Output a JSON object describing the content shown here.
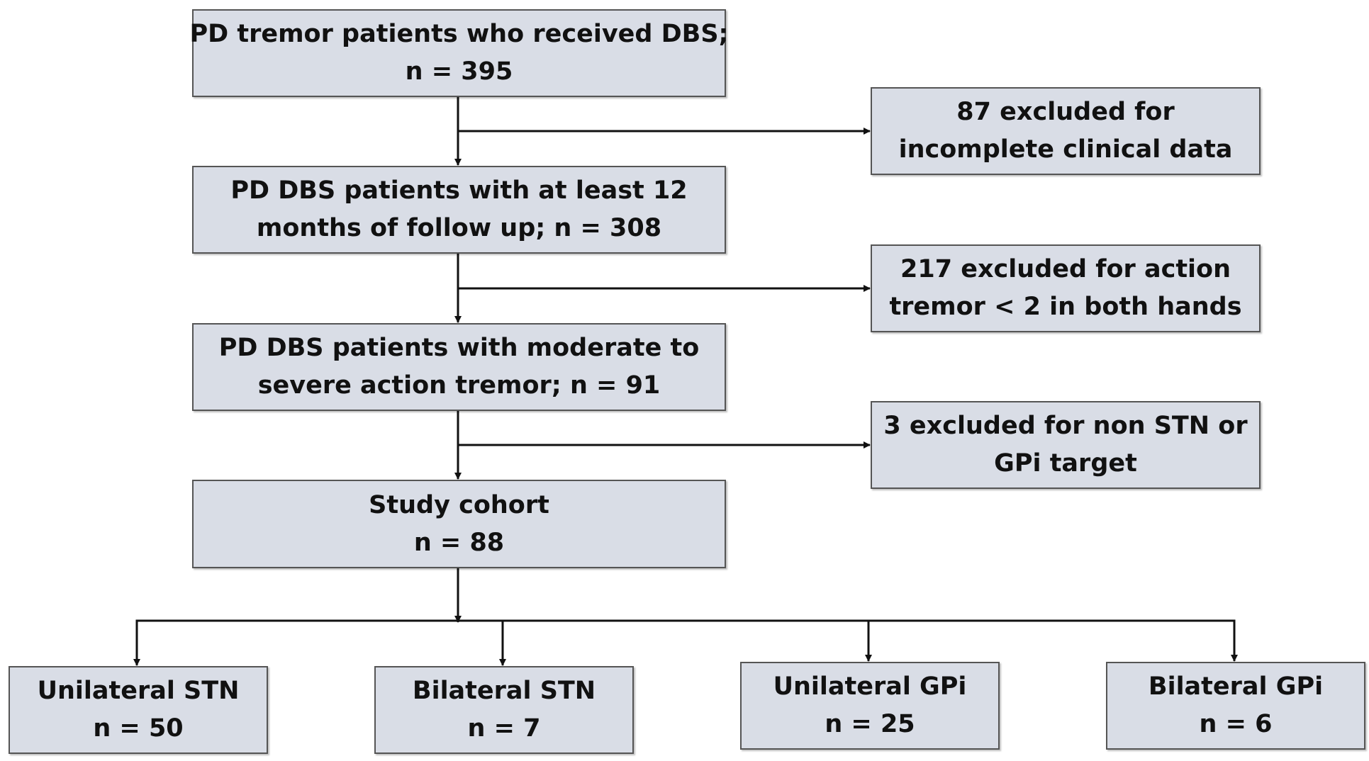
{
  "flow": {
    "step1": {
      "line1": "PD tremor patients who received DBS;",
      "line2": "n = 395"
    },
    "step2": {
      "line1": "PD DBS patients with at least 12",
      "line2": "months of follow up; n = 308"
    },
    "step3": {
      "line1": "PD DBS patients with moderate to",
      "line2": "severe action tremor; n = 91"
    },
    "step4": {
      "line1": "Study cohort",
      "line2": "n = 88"
    }
  },
  "exclusions": {
    "ex1": {
      "line1": "87 excluded for",
      "line2": "incomplete clinical data"
    },
    "ex2": {
      "line1": "217 excluded for action",
      "line2": "tremor < 2 in both hands"
    },
    "ex3": {
      "line1": "3 excluded for non STN or",
      "line2": "GPi target"
    }
  },
  "groups": {
    "g1": {
      "line1": "Unilateral STN",
      "line2": "n  = 50"
    },
    "g2": {
      "line1": "Bilateral STN",
      "line2": "n  = 7"
    },
    "g3": {
      "line1": "Unilateral GPi",
      "line2": "n  = 25"
    },
    "g4": {
      "line1": "Bilateral GPi",
      "line2": "n  = 6"
    }
  },
  "colors": {
    "box_fill": "#d9dde6",
    "box_border": "#555555",
    "arrow": "#111111",
    "text": "#111111"
  }
}
